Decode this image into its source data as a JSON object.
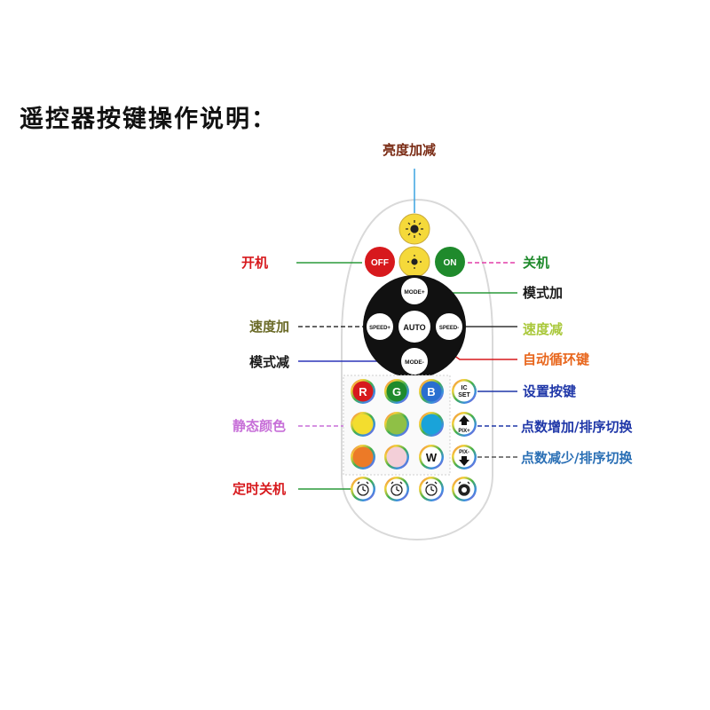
{
  "title": "遥控器按键操作说明：",
  "colors": {
    "brightness": "#7a2b14",
    "power_off": "#d7191d",
    "power_on": "#1f8a2c",
    "mode_up": "#1a1a1a",
    "speed_up": "#6b6b28",
    "speed_down": "#a9c83a",
    "mode_down": "#1a1a1a",
    "auto": "#e8661c",
    "setting": "#1f37a8",
    "pix_up": "#1f37a8",
    "pix_down": "#2a6fb5",
    "static": "#c76fd8",
    "timer": "#d7191d"
  },
  "labels": {
    "brightness": "亮度加减",
    "power_off": "开机",
    "power_on": "关机",
    "mode_up": "模式加",
    "speed_up": "速度加",
    "speed_down": "速度减",
    "mode_down": "模式减",
    "auto": "自动循环键",
    "setting": "设置按键",
    "pix_up": "点数增加/排序切换",
    "static": "静态颜色",
    "pix_down": "点数减少/排序切换",
    "timer": "定时关机"
  },
  "buttons": {
    "off": "OFF",
    "on": "ON",
    "mode_plus": "MODE+",
    "mode_minus": "MODE-",
    "speed_plus": "SPEED+",
    "speed_minus": "SPEED-",
    "auto": "AUTO",
    "r": "R",
    "g": "G",
    "b": "B",
    "w": "W",
    "ic_set_line1": "IC",
    "ic_set_line2": "SET",
    "pix_plus": "PIX+",
    "pix_minus": "PIX-"
  },
  "icons": {
    "brightness_up": "sun-icon",
    "brightness_down": "sun-small-icon",
    "timers": [
      "alarm-clock-icon",
      "alarm-clock-icon",
      "alarm-clock-icon",
      "alarm-clock-icon"
    ]
  },
  "static_colors": [
    "#f3dd2e",
    "#8fc046",
    "#1aa3d9",
    "#ec7a27",
    "#f3cfd8"
  ]
}
